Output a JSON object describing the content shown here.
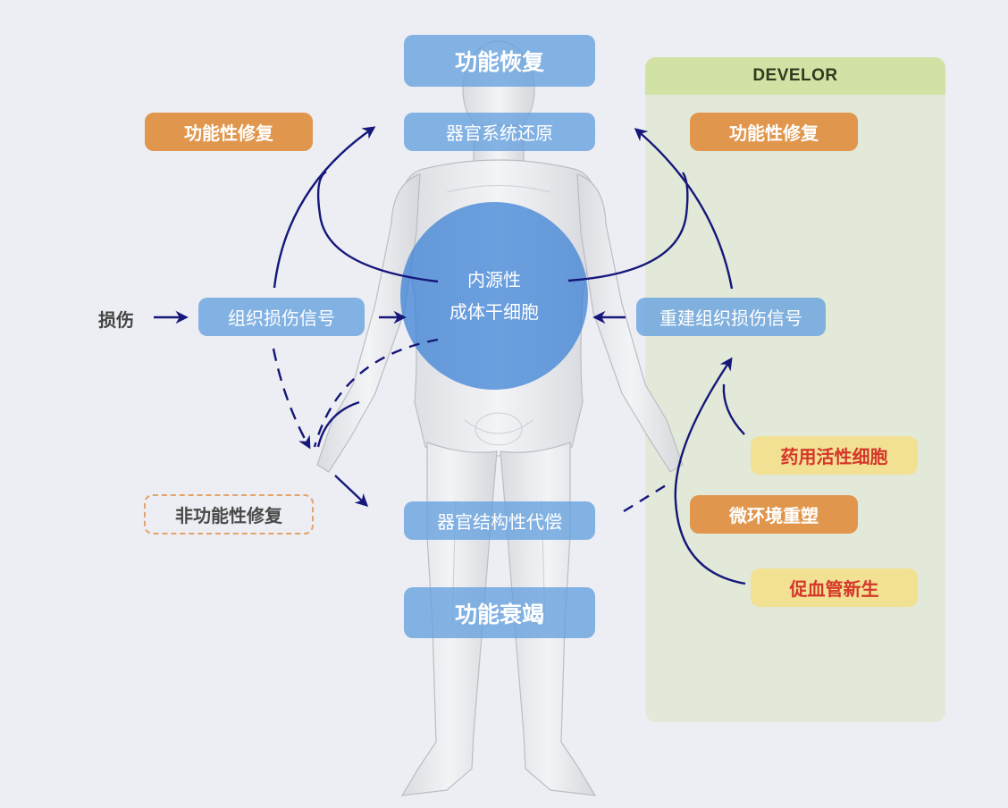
{
  "panel": {
    "title": "DEVELOR"
  },
  "center": {
    "circle_line1": "内源性",
    "circle_line2": "成体干细胞"
  },
  "top": {
    "function_recovery": "功能恢复",
    "organ_system_restore": "器官系统还原"
  },
  "bottom": {
    "organ_structural_compensation": "器官结构性代偿",
    "function_failure": "功能衰竭"
  },
  "left": {
    "functional_repair": "功能性修复",
    "injury": "损伤",
    "tissue_injury_signal": "组织损伤信号",
    "nonfunctional_repair": "非功能性修复"
  },
  "right": {
    "functional_repair": "功能性修复",
    "rebuild_tissue_injury_signal": "重建组织损伤信号",
    "pharmaceutical_active_cells": "药用活性细胞",
    "microenvironment_remodeling": "微环境重塑",
    "angiogenesis": "促血管新生"
  },
  "colors": {
    "background": "#eceef3",
    "panel_bg": "#e3e9d8",
    "panel_header": "#d2e1a4",
    "blue_box": "#64a0de",
    "circle": "#367ed6",
    "orange_box": "#e0964c",
    "yellow_box": "#f2e093",
    "yellow_text": "#d4372a",
    "arrow": "#15177a",
    "dashed_border": "#e3a46a"
  }
}
